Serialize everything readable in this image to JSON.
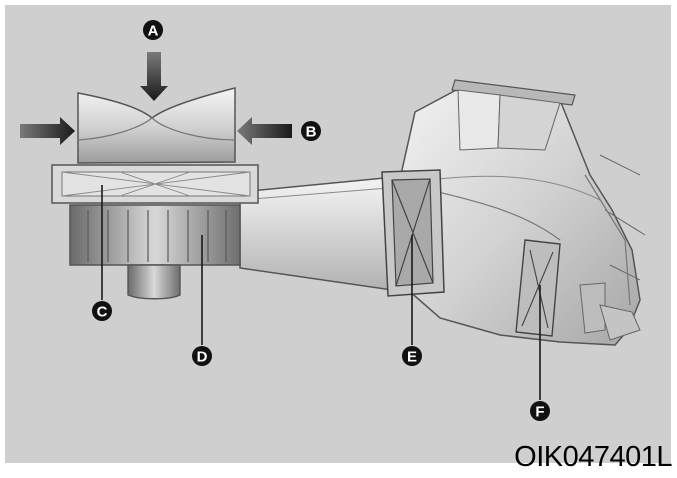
{
  "figure": {
    "code": "OIK047401L",
    "callouts": [
      {
        "id": "a",
        "label": "A",
        "part": "air inlet from top"
      },
      {
        "id": "b",
        "label": "B",
        "part": "air inlet from side"
      },
      {
        "id": "c",
        "label": "C",
        "part": "air filter"
      },
      {
        "id": "d",
        "label": "D",
        "part": "blower fan"
      },
      {
        "id": "e",
        "label": "E",
        "part": "evaporator core"
      },
      {
        "id": "f",
        "label": "F",
        "part": "heater core"
      }
    ]
  },
  "colors": {
    "background": "#cfcfcf",
    "callout_fill": "#111111",
    "callout_text": "#ffffff",
    "outline": "#555555"
  }
}
